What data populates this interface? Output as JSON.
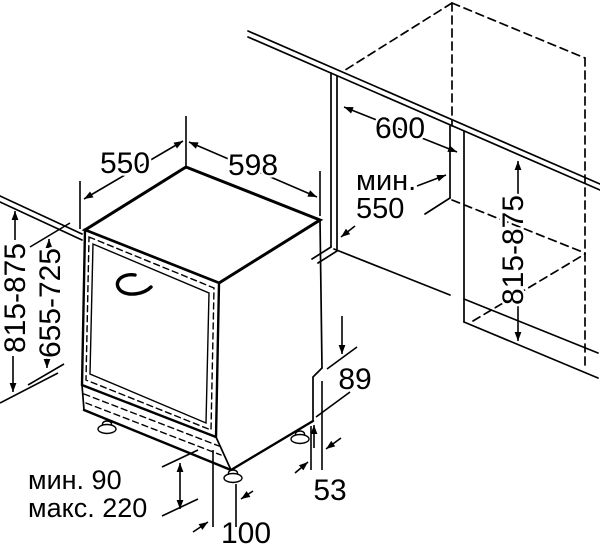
{
  "diagram": {
    "labels": {
      "appliance_depth": "550",
      "appliance_width": "598",
      "niche_width": "600",
      "niche_depth_prefix": "мин.",
      "niche_depth_value": "550",
      "overall_height_left": "815-875",
      "door_panel_height": "655-725",
      "niche_height_right": "815-875",
      "rear_recess_height": "89",
      "rear_recess_depth": "53",
      "plinth_min": "мин. 90",
      "plinth_max": "макс. 220",
      "front_foot_offset": "100"
    },
    "colors": {
      "line": "#000000",
      "background": "#ffffff"
    }
  }
}
